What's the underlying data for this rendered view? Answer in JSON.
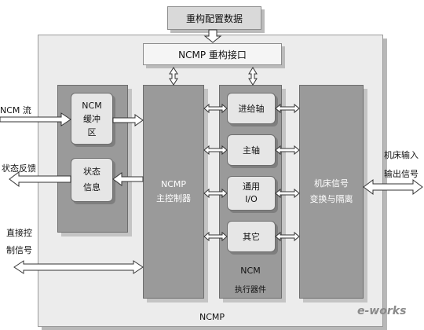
{
  "diagram": {
    "top_box": "重构配置数据",
    "interface": "NCMP 重构接口",
    "buffer": "NCM\n缓冲\n区",
    "status_info": "状态\n信息",
    "controller": "NCMP\n主控制器",
    "exec_items": [
      "进给轴",
      "主轴",
      "通用\nI/O",
      "其它"
    ],
    "exec_label_1": "NCM",
    "exec_label_2": "执行器件",
    "machine_signal": "机床信号\n变换与隔离",
    "outer_label": "NCMP",
    "left_in_1": "NCM 流",
    "left_out_1": "状态反馈",
    "left_direct": "直接控\n制信号",
    "right_io": "机床输入\n输出信号",
    "watermark": "e-works"
  }
}
